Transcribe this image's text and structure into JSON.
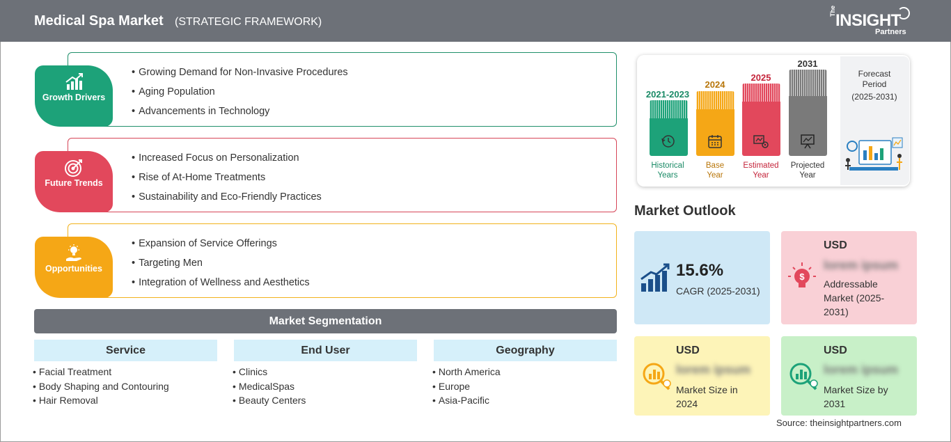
{
  "header": {
    "title": "Medical Spa Market",
    "subtitle": "(STRATEGIC FRAMEWORK)",
    "logo": {
      "the": "The",
      "insight": "INSIGHT",
      "partners": "Partners"
    }
  },
  "framework": {
    "growth_drivers": {
      "label": "Growth Drivers",
      "color": "#1da279",
      "icon": "bar-chart-growth-icon",
      "items": [
        "Growing Demand for Non-Invasive Procedures",
        "Aging Population",
        "Advancements in Technology"
      ]
    },
    "future_trends": {
      "label": "Future Trends",
      "color": "#e2485c",
      "icon": "target-icon",
      "items": [
        "Increased Focus on Personalization",
        "Rise of At-Home Treatments",
        "Sustainability and Eco-Friendly Practices"
      ]
    },
    "opportunities": {
      "label": "Opportunities",
      "color": "#f5a716",
      "icon": "lightbulb-hand-icon",
      "items": [
        "Expansion of Service Offerings",
        "Targeting Men",
        "Integration of Wellness and Aesthetics"
      ]
    }
  },
  "segmentation": {
    "title": "Market Segmentation",
    "columns": [
      {
        "heading": "Service",
        "items": [
          "Facial Treatment",
          "Body Shaping and Contouring",
          "Hair Removal"
        ]
      },
      {
        "heading": "End User",
        "items": [
          "Clinics",
          "MedicalSpas",
          "Beauty Centers"
        ]
      },
      {
        "heading": "Geography",
        "items": [
          "North America",
          "Europe",
          "Asia-Pacific"
        ]
      }
    ]
  },
  "timeline": {
    "periods": [
      {
        "year": "2021-2023",
        "caption": [
          "Historical",
          "Years"
        ],
        "color": "#1da279",
        "icon": "history-clock-icon"
      },
      {
        "year": "2024",
        "caption": [
          "Base",
          "Year"
        ],
        "color": "#f5a716",
        "icon": "calendar-icon"
      },
      {
        "year": "2025",
        "caption": [
          "Estimated",
          "Year"
        ],
        "color": "#e2485c",
        "icon": "estimate-gears-icon"
      },
      {
        "year": "2031",
        "caption": [
          "Projected",
          "Year"
        ],
        "color": "#7a7a7a",
        "icon": "presentation-board-icon"
      }
    ],
    "forecast": {
      "label_1": "Forecast",
      "label_2": "Period",
      "range": "(2025-2031)"
    }
  },
  "outlook": {
    "title": "Market Outlook",
    "cagr": {
      "value": "15.6%",
      "label": "CAGR (2025-2031)"
    },
    "addressable": {
      "currency": "USD",
      "value": "lorem ipsum",
      "label_1": "Addressable",
      "label_2": "Market (2025-",
      "label_3": "2031)"
    },
    "size_2024": {
      "currency": "USD",
      "value": "lorem ipsum",
      "label_1": "Market Size in",
      "label_2": "2024"
    },
    "size_2031": {
      "currency": "USD",
      "value": "lorem ipsum",
      "label_1": "Market Size by",
      "label_2": "2031"
    }
  },
  "source": "Source: theinsightpartners.com"
}
